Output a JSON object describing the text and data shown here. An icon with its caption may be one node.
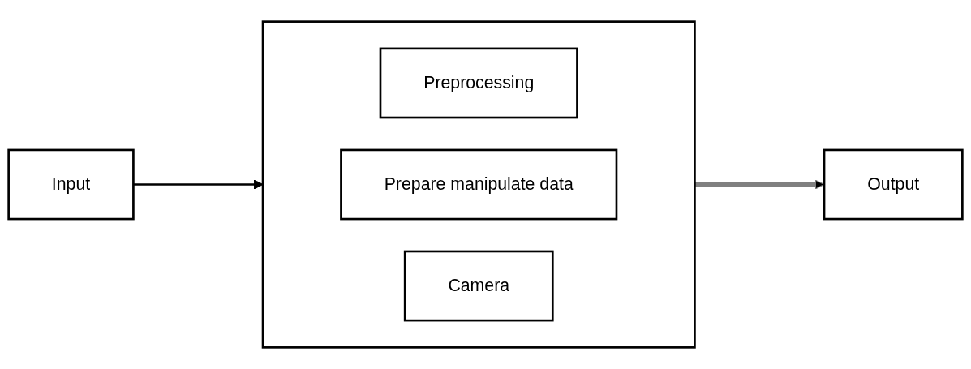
{
  "diagram": {
    "nodes": [
      {
        "text": [
          "Input"
        ]
      },
      {
        "text": [],
        "shape": "box"
      },
      {
        "text": [
          "Preprocessing"
        ],
        "in": 1
      },
      {
        "text": [
          "Prepare manipulate data"
        ],
        "in": 1
      },
      {
        "text": [
          "Camera"
        ],
        "in": 1
      },
      {
        "text": [
          "Output"
        ]
      }
    ],
    "edges": [
      {
        "from": 0,
        "to": 1,
        "arrow": "to"
      },
      {
        "from": 1,
        "to": 5,
        "arrow": "to",
        "style": "thick",
        "color": "#808080"
      }
    ]
  }
}
